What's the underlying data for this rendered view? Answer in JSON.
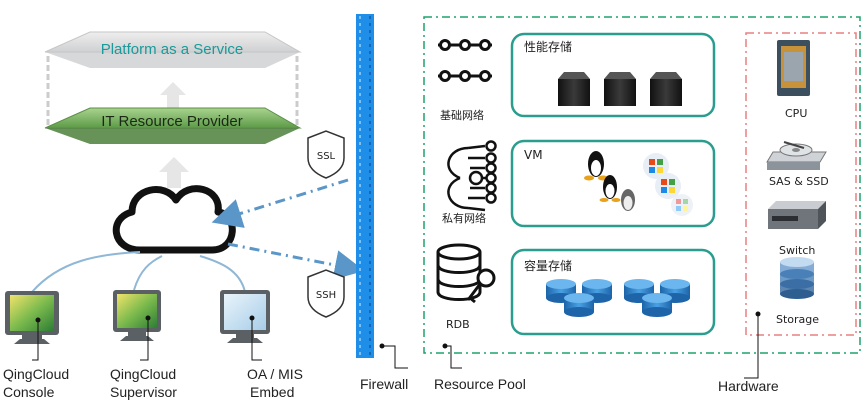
{
  "stack": {
    "paas_label": "Platform as a Service",
    "it_provider_label": "IT Resource Provider"
  },
  "protocols": {
    "ssl": "SSL",
    "ssh": "SSH"
  },
  "clients": [
    {
      "line1": "QingCloud",
      "line2": "Console"
    },
    {
      "line1": "QingCloud",
      "line2": "Supervisor"
    },
    {
      "line1": "OA / MIS",
      "line2": "Embed"
    }
  ],
  "firewall_label": "Firewall",
  "resource_pool": {
    "label": "Resource Pool",
    "rows": [
      {
        "left_label": "基础网络",
        "box_title": "性能存储"
      },
      {
        "left_label": "私有网络",
        "box_title": "VM"
      },
      {
        "left_label": "RDB",
        "box_title": "容量存储"
      }
    ]
  },
  "hardware": {
    "label": "Hardware",
    "items": [
      "CPU",
      "SAS & SSD",
      "Switch",
      "Storage"
    ]
  },
  "colors": {
    "paas_face": "#d9dadb",
    "paas_text": "#1a9a9a",
    "it_green": "#7fb96a",
    "firewall": "#1e8ee8",
    "dash_blue": "#5b96c8",
    "pool_border": "#1fa36b",
    "teal_box": "#2a9d8f",
    "hw_border": "#e88080",
    "cylinder": "#2f80c8"
  }
}
